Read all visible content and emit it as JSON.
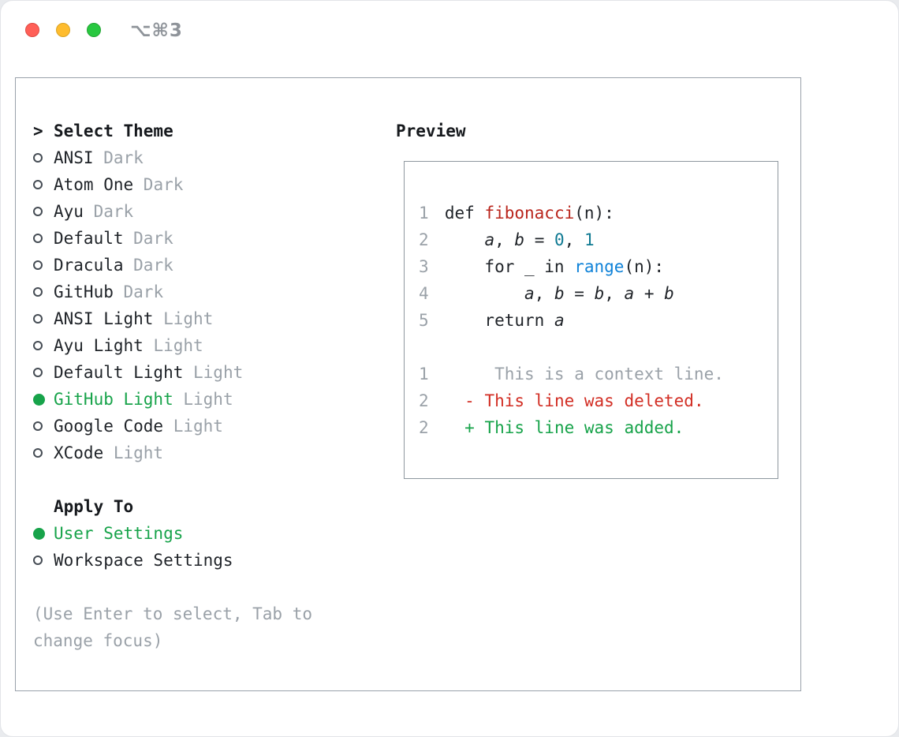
{
  "window": {
    "shortcut": "⌥⌘3"
  },
  "colors": {
    "text": "#1f2328",
    "muted": "#9aa1a8",
    "accent_green": "#17a34a",
    "keyword_red": "#b9251c",
    "number_teal": "#0e7992",
    "call_blue": "#0f82d8",
    "deleted_red": "#d22e24",
    "added_green": "#17a34a",
    "traffic_red": "#ff5f57",
    "traffic_yellow": "#febc2e",
    "traffic_green": "#28c840"
  },
  "theme_selector": {
    "prompt": ">",
    "title": "Select Theme",
    "items": [
      {
        "name": "ANSI",
        "variant": "Dark",
        "selected": false
      },
      {
        "name": "Atom One",
        "variant": "Dark",
        "selected": false
      },
      {
        "name": "Ayu",
        "variant": "Dark",
        "selected": false
      },
      {
        "name": "Default",
        "variant": "Dark",
        "selected": false
      },
      {
        "name": "Dracula",
        "variant": "Dark",
        "selected": false
      },
      {
        "name": "GitHub",
        "variant": "Dark",
        "selected": false
      },
      {
        "name": "ANSI Light",
        "variant": "Light",
        "selected": false
      },
      {
        "name": "Ayu Light",
        "variant": "Light",
        "selected": false
      },
      {
        "name": "Default Light",
        "variant": "Light",
        "selected": false
      },
      {
        "name": "GitHub Light",
        "variant": "Light",
        "selected": true
      },
      {
        "name": "Google Code",
        "variant": "Light",
        "selected": false
      },
      {
        "name": "XCode",
        "variant": "Light",
        "selected": false
      }
    ]
  },
  "apply_to": {
    "title": "Apply To",
    "options": [
      {
        "label": "User Settings",
        "selected": true
      },
      {
        "label": "Workspace Settings",
        "selected": false
      }
    ]
  },
  "help": {
    "lines": [
      "(Use Enter to select, Tab to",
      "change focus)"
    ]
  },
  "preview": {
    "title": "Preview",
    "lines": [
      {
        "num": "1",
        "segments": [
          {
            "t": "def ",
            "c": "plain"
          },
          {
            "t": "fibonacci",
            "c": "fn"
          },
          {
            "t": "(n):",
            "c": "plain"
          }
        ]
      },
      {
        "num": "2",
        "segments": [
          {
            "t": "    ",
            "c": "plain"
          },
          {
            "t": "a",
            "c": "var"
          },
          {
            "t": ", ",
            "c": "plain"
          },
          {
            "t": "b",
            "c": "var"
          },
          {
            "t": " = ",
            "c": "plain"
          },
          {
            "t": "0",
            "c": "num"
          },
          {
            "t": ", ",
            "c": "plain"
          },
          {
            "t": "1",
            "c": "num"
          }
        ]
      },
      {
        "num": "3",
        "segments": [
          {
            "t": "    for _ in ",
            "c": "plain"
          },
          {
            "t": "range",
            "c": "call"
          },
          {
            "t": "(n):",
            "c": "plain"
          }
        ]
      },
      {
        "num": "4",
        "segments": [
          {
            "t": "        ",
            "c": "plain"
          },
          {
            "t": "a",
            "c": "var"
          },
          {
            "t": ", ",
            "c": "plain"
          },
          {
            "t": "b",
            "c": "var"
          },
          {
            "t": " = ",
            "c": "plain"
          },
          {
            "t": "b",
            "c": "var"
          },
          {
            "t": ", ",
            "c": "plain"
          },
          {
            "t": "a",
            "c": "var"
          },
          {
            "t": " + ",
            "c": "plain"
          },
          {
            "t": "b",
            "c": "var"
          }
        ]
      },
      {
        "num": "5",
        "segments": [
          {
            "t": "    return ",
            "c": "plain"
          },
          {
            "t": "a",
            "c": "var"
          }
        ]
      },
      {
        "num": "",
        "segments": []
      },
      {
        "num": "1",
        "segments": [
          {
            "t": "     This is a context line.",
            "c": "ctx"
          }
        ]
      },
      {
        "num": "2",
        "segments": [
          {
            "t": "  ",
            "c": "plain"
          },
          {
            "t": "- This line was deleted.",
            "c": "del"
          }
        ]
      },
      {
        "num": "2",
        "segments": [
          {
            "t": "  ",
            "c": "plain"
          },
          {
            "t": "+ This line was added.",
            "c": "add"
          }
        ]
      }
    ]
  }
}
